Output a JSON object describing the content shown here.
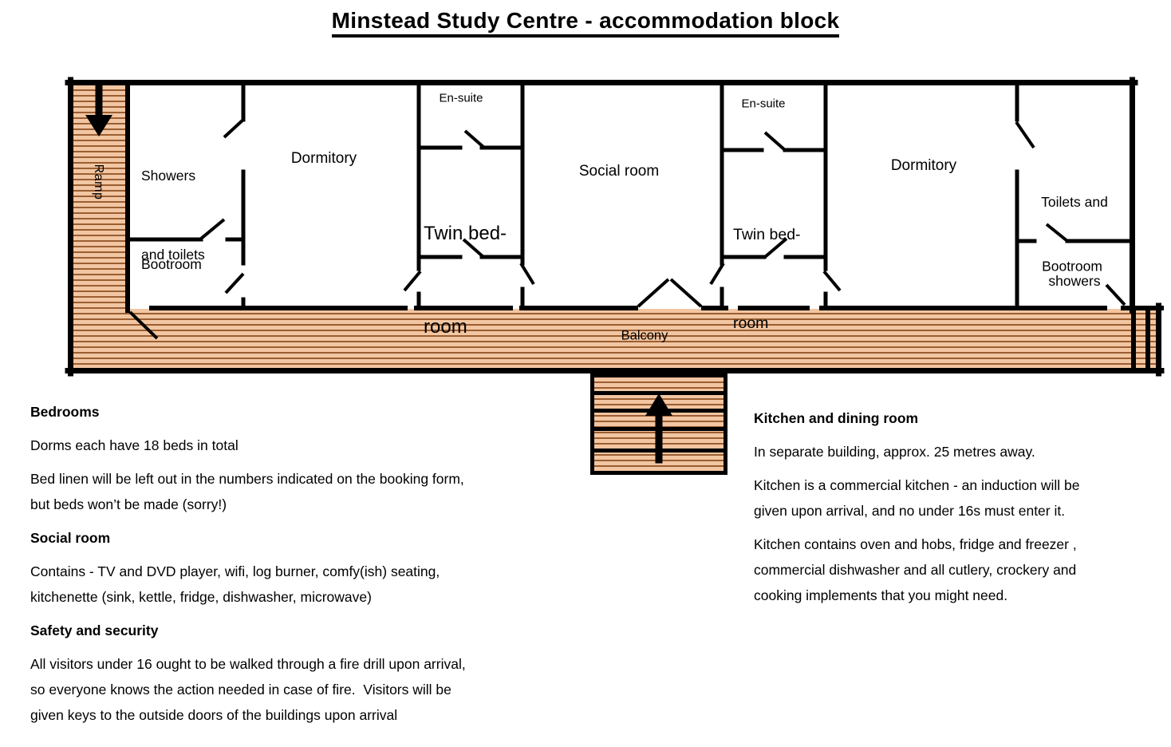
{
  "title": "Minstead Study Centre - accommodation block",
  "plan": {
    "labels": {
      "ramp": "Ramp",
      "showers_toilets": [
        "Showers",
        "and toilets"
      ],
      "bootroom_left": "Bootroom",
      "dormitory_left": "Dormitory",
      "ensuite_left": "En-suite",
      "twin_bedroom_left": [
        "Twin bed-",
        "room"
      ],
      "social_room": "Social room",
      "ensuite_right": "En-suite",
      "twin_bedroom_right": [
        "Twin bed-",
        "room"
      ],
      "dormitory_right": "Dormitory",
      "toilets_showers": [
        "Toilets and",
        "showers"
      ],
      "bootroom_right": "Bootroom",
      "balcony": "Balcony"
    },
    "icons": {
      "ramp_arrow": "down-arrow",
      "stairs_arrow": "up-arrow"
    },
    "colors": {
      "hatch_fill": "#f2c6a2",
      "hatch_stripe": "#9a5e32",
      "wall": "#000000"
    }
  },
  "notes": {
    "left": [
      {
        "heading": "Bedrooms",
        "paragraphs": [
          [
            "Dorms each have 18 beds in total"
          ],
          [
            "Bed linen will be left out in the numbers indicated on the booking form,",
            "but beds won’t be made (sorry!)"
          ]
        ]
      },
      {
        "heading": "Social room",
        "paragraphs": [
          [
            "Contains - TV and DVD player, wifi, log burner, comfy(ish) seating,",
            "kitchenette (sink, kettle, fridge, dishwasher, microwave)"
          ]
        ]
      },
      {
        "heading": "Safety and security",
        "paragraphs": [
          [
            "All visitors under 16 ought to be walked through a fire drill upon arrival,",
            "so everyone knows the action needed in case of fire.  Visitors will be",
            "given keys to the outside doors of the buildings upon arrival"
          ]
        ]
      }
    ],
    "right": [
      {
        "heading": "Kitchen and dining room",
        "paragraphs": [
          [
            "In separate building, approx. 25 metres away."
          ],
          [
            "Kitchen is a commercial kitchen - an induction will be",
            "given upon arrival, and no under 16s must enter it."
          ],
          [
            "Kitchen contains oven and hobs, fridge and freezer ,",
            "commercial dishwasher and all cutlery, crockery and",
            "cooking implements that you might need."
          ]
        ]
      }
    ]
  }
}
